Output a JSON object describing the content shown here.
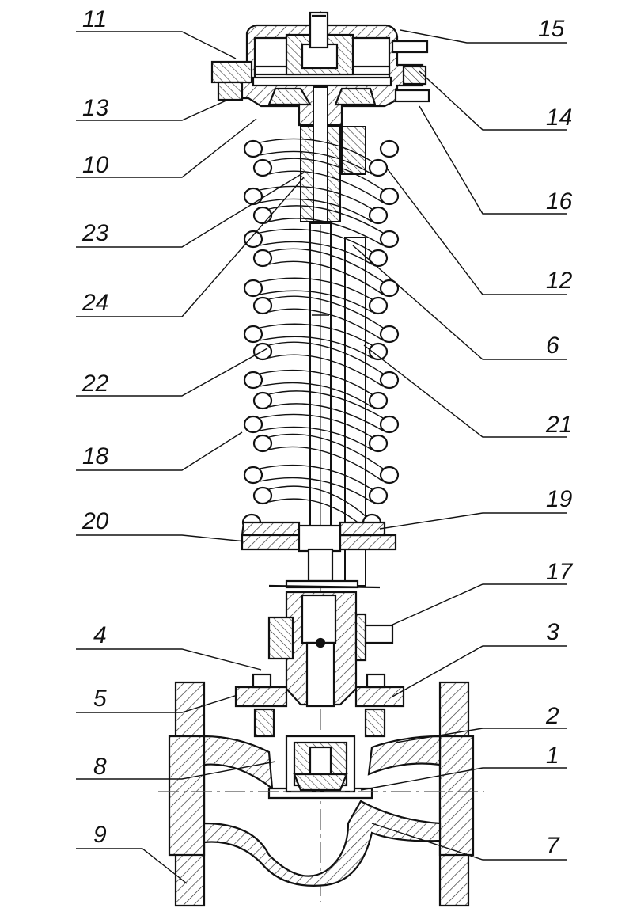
{
  "diagram": {
    "colors": {
      "ink": "#111111",
      "hatch": "#333333",
      "paper": "#ffffff",
      "centerline": "#555555"
    },
    "callouts": [
      {
        "id": "c11",
        "label": "11"
      },
      {
        "id": "c13",
        "label": "13"
      },
      {
        "id": "c10",
        "label": "10"
      },
      {
        "id": "c23",
        "label": "23"
      },
      {
        "id": "c24",
        "label": "24"
      },
      {
        "id": "c22",
        "label": "22"
      },
      {
        "id": "c18",
        "label": "18"
      },
      {
        "id": "c20",
        "label": "20"
      },
      {
        "id": "c4",
        "label": "4"
      },
      {
        "id": "c5",
        "label": "5"
      },
      {
        "id": "c8",
        "label": "8"
      },
      {
        "id": "c9",
        "label": "9"
      },
      {
        "id": "c15",
        "label": "15"
      },
      {
        "id": "c14",
        "label": "14"
      },
      {
        "id": "c16",
        "label": "16"
      },
      {
        "id": "c12",
        "label": "12"
      },
      {
        "id": "c6",
        "label": "6"
      },
      {
        "id": "c21",
        "label": "21"
      },
      {
        "id": "c19",
        "label": "19"
      },
      {
        "id": "c17",
        "label": "17"
      },
      {
        "id": "c3",
        "label": "3"
      },
      {
        "id": "c2",
        "label": "2"
      },
      {
        "id": "c1",
        "label": "1"
      },
      {
        "id": "c7",
        "label": "7"
      }
    ]
  }
}
